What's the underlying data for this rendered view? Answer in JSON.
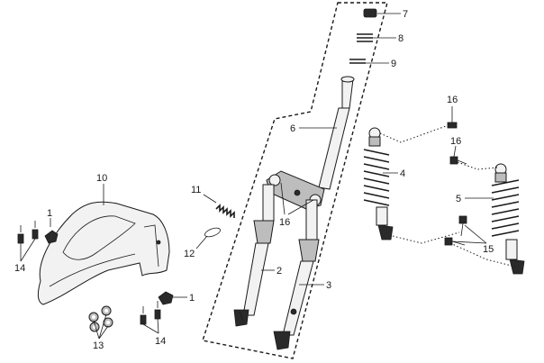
{
  "diagram": {
    "callouts": {
      "c1a": "1",
      "c1b": "1",
      "c2": "2",
      "c3": "3",
      "c4": "4",
      "c5": "5",
      "c6": "6",
      "c7": "7",
      "c8": "8",
      "c9": "9",
      "c10": "10",
      "c11": "11",
      "c12": "12",
      "c13": "13",
      "c14a": "14",
      "c14b": "14",
      "c15": "15",
      "c16a": "16",
      "c16b": "16",
      "c16c": "16"
    }
  }
}
